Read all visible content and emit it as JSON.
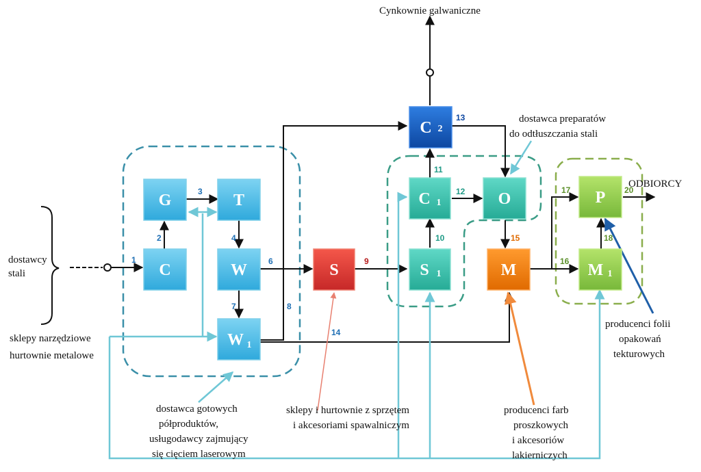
{
  "nodes": {
    "G": {
      "letter": "G",
      "sub": ""
    },
    "T": {
      "letter": "T",
      "sub": ""
    },
    "C": {
      "letter": "C",
      "sub": ""
    },
    "W": {
      "letter": "W",
      "sub": ""
    },
    "W1": {
      "letter": "W",
      "sub": "1"
    },
    "S": {
      "letter": "S",
      "sub": ""
    },
    "S1": {
      "letter": "S",
      "sub": "1"
    },
    "C1": {
      "letter": "C",
      "sub": "1"
    },
    "C2": {
      "letter": "C",
      "sub": "2"
    },
    "O": {
      "letter": "O",
      "sub": ""
    },
    "M": {
      "letter": "M",
      "sub": ""
    },
    "M1": {
      "letter": "M",
      "sub": "1"
    },
    "P": {
      "letter": "P",
      "sub": ""
    }
  },
  "flow_numbers": {
    "f1": "1",
    "f2": "2",
    "f3": "3",
    "f4": "4",
    "f6": "6",
    "f7": "7",
    "f8": "8",
    "f9": "9",
    "f10": "10",
    "f11": "11",
    "f12": "12",
    "f13": "13",
    "f14": "14",
    "f15": "15",
    "f16": "16",
    "f17": "17",
    "f18": "18",
    "f20": "20"
  },
  "labels": {
    "top_output": "Cynkownie galwaniczne",
    "steel_suppliers": [
      "dostawcy",
      "stali"
    ],
    "tool_shops": [
      "sklepy narzędziowe",
      "hurtownie metalowe"
    ],
    "degreasing_supplier": [
      "dostawca preparatów",
      "do odtłuszczania stali"
    ],
    "recipients": "ODBIORCY",
    "semi_products_supplier": [
      "dostawca gotowych",
      "półproduktów,",
      "usługodawcy zajmujący",
      "się cięciem laserowym"
    ],
    "welding_shops": [
      "sklepy i hurtownie z sprzętem",
      "i akcesoriami spawalniczym"
    ],
    "paint_producers": [
      "producenci farb",
      "proszkowych",
      "i akcesoriów",
      "lakierniczych"
    ],
    "foil_producers": [
      "producenci folii",
      "opakowań",
      "tekturowych"
    ]
  },
  "colors": {
    "light_blue": "#4fc1e9",
    "dark_blue": "#1565c0",
    "red": "#e53935",
    "teal": "#3cc7b2",
    "orange": "#f57c00",
    "green": "#8bc34a",
    "dashed_blue": "#3a8fa8",
    "dashed_teal": "#3a9c86",
    "dashed_green": "#8aae4c",
    "cyan_arrow": "#6fc7d6"
  }
}
